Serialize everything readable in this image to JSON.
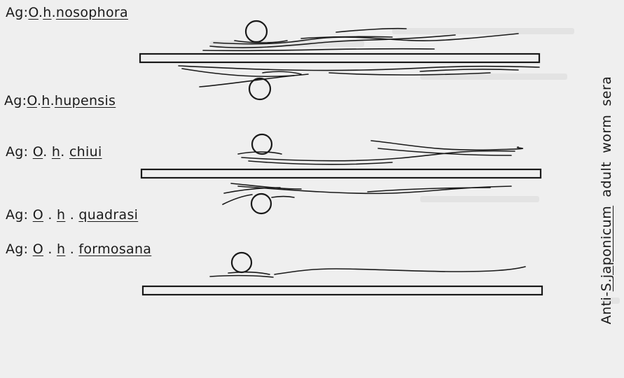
{
  "antigens": [
    {
      "prefix": "Ag:",
      "o": "O",
      "h": "h",
      "species": "nosophora"
    },
    {
      "prefix": "Ag:",
      "o": "O",
      "h": "h",
      "species": "hupensis"
    },
    {
      "prefix": "Ag:",
      "o": "O",
      "h": "h",
      "species": "chiui"
    },
    {
      "prefix": "Ag:",
      "o": "O",
      "h": "h",
      "species": "quadrasi"
    },
    {
      "prefix": "Ag:",
      "o": "O",
      "h": "h",
      "species": "formosana"
    }
  ],
  "antiserum": {
    "prefix": "Anti-",
    "genus": "S.",
    "species": "japonicum",
    "rest1": "adult",
    "rest2": "worm",
    "rest3": "sera"
  }
}
